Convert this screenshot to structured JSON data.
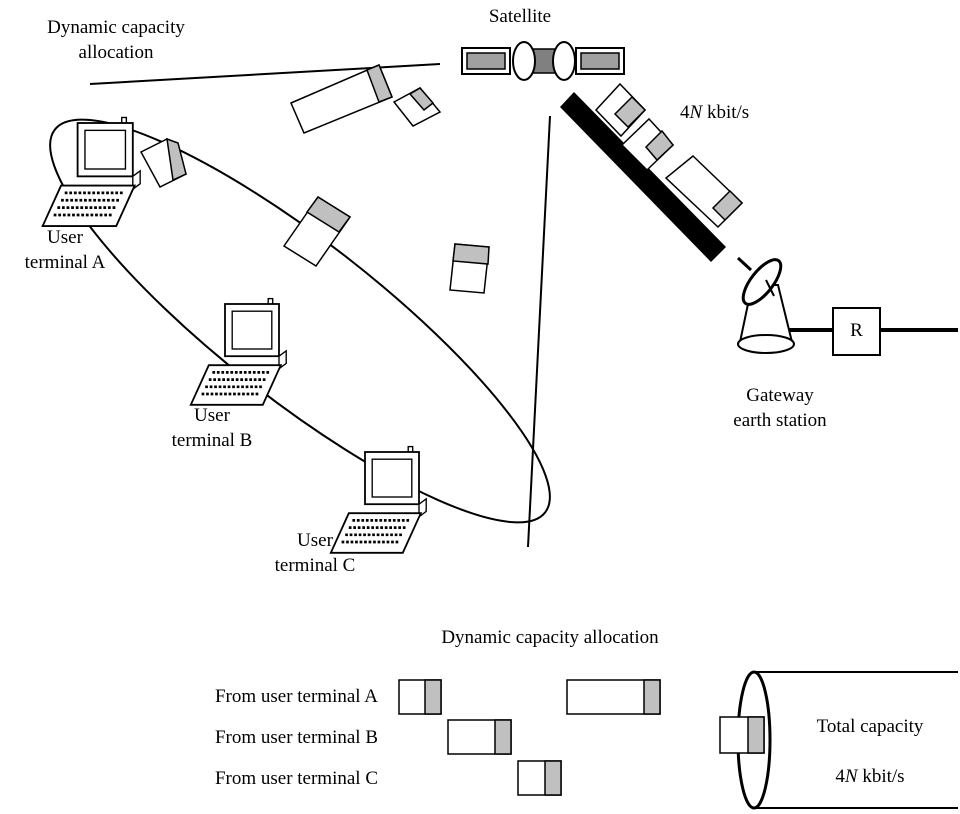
{
  "labels": {
    "satellite": "Satellite",
    "dynamic_top_1": "Dynamic capacity",
    "dynamic_top_2": "allocation",
    "rate_prefix": "4",
    "rate_var": "N",
    "rate_suffix": " kbit/s",
    "router": "R",
    "gateway_1": "Gateway",
    "gateway_2": "earth station",
    "user": "User",
    "terminal_a": "terminal A",
    "terminal_b": "terminal B",
    "terminal_c": "terminal C",
    "dynamic_bottom": "Dynamic capacity allocation",
    "from_a": "From user terminal A",
    "from_b": "From user terminal B",
    "from_c": "From user terminal C",
    "total_capacity": "Total capacity",
    "total_prefix": "4",
    "total_var": "N",
    "total_suffix": " kbit/s"
  },
  "colors": {
    "line": "#000000",
    "packet_header": "#c0c0c0",
    "satellite_panel": "#a0a0a0",
    "satellite_body": "#808080",
    "downlink": "#000000"
  },
  "icons": {
    "satellite": "satellite-icon",
    "terminal": "laptop-terminal-icon",
    "dish": "satellite-dish-icon"
  }
}
